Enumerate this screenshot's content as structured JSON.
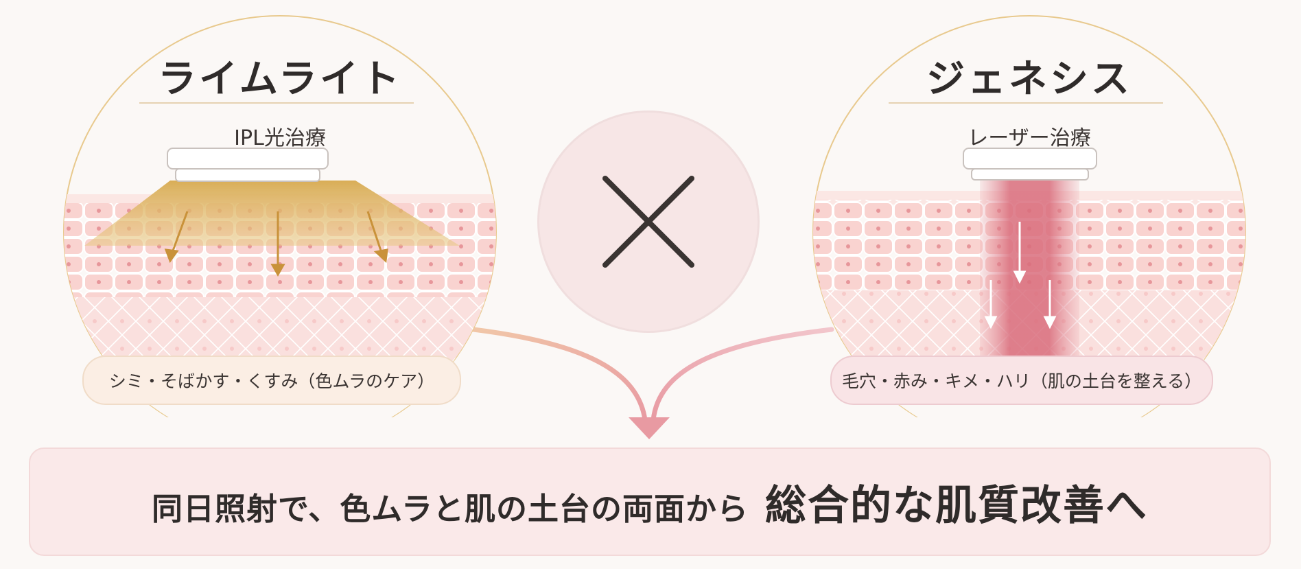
{
  "left_panel": {
    "title": "ライムライト",
    "subtitle": "IPL光治療",
    "label": "シミ・そばかす・くすみ（色ムラのケア）"
  },
  "right_panel": {
    "title": "ジェネシス",
    "subtitle": "レーザー治療",
    "label": "毛穴・赤み・キメ・ハリ（肌の土台を整える）"
  },
  "center_symbol": "close-icon",
  "bottom_banner": {
    "text_main": "同日照射で、色ムラと肌の土台の両面から",
    "text_emphasis": "総合的な肌質改善へ"
  },
  "colors": {
    "background": "#fbf8f6",
    "gold_accent": "#d9ae5a",
    "pink_accent": "#e79aa2",
    "circle_fill": "#f7e6e6",
    "text_dark": "#2f2b2a"
  }
}
